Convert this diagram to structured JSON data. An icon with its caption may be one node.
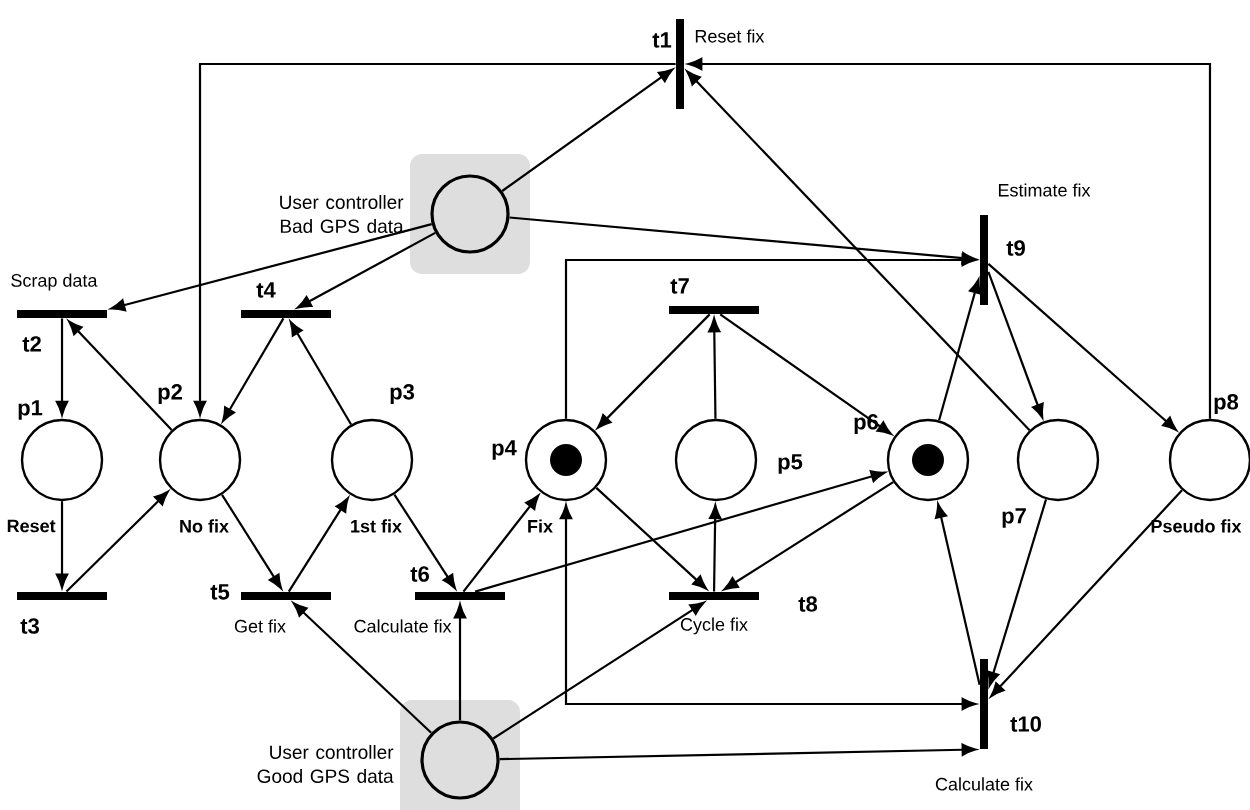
{
  "diagram": {
    "nodes": [
      {
        "text": [
          "t1"
        ],
        "beside": [
          "Reset fix"
        ]
      },
      {
        "text": [
          "User controller Bad GPS data"
        ]
      },
      {
        "text": [
          "t2"
        ],
        "beside": [
          "Scrap data"
        ]
      },
      {
        "text": [
          "t4"
        ]
      },
      {
        "text": [
          "t9"
        ],
        "beside": [
          "Estimate fix"
        ]
      },
      {
        "text": [
          "t7"
        ]
      },
      {
        "text": [
          "p1"
        ],
        "beside": [
          "Reset"
        ]
      },
      {
        "text": [
          "p2"
        ],
        "beside": [
          "No fix"
        ]
      },
      {
        "text": [
          "p3"
        ],
        "beside": [
          "1st fix"
        ]
      },
      {
        "text": [
          "p4"
        ],
        "beside": [
          "Fix"
        ]
      },
      {
        "text": [
          "p5"
        ]
      },
      {
        "text": [
          "p6"
        ]
      },
      {
        "text": [
          "p7"
        ]
      },
      {
        "text": [
          "p8"
        ],
        "beside": [
          "Pseudo fix"
        ]
      },
      {
        "text": [
          "t3"
        ]
      },
      {
        "text": [
          "t5"
        ],
        "beside": [
          "Get fix"
        ]
      },
      {
        "text": [
          "t6"
        ],
        "beside": [
          "Calculate fix"
        ]
      },
      {
        "text": [
          "t8"
        ],
        "beside": [
          "Cycle fix"
        ]
      },
      {
        "text": [
          "t10"
        ],
        "beside": [
          "Calculate fix"
        ]
      },
      {
        "text": [
          "User controller Good GPS data"
        ]
      }
    ],
    "edges": [
      {
        "from": 1,
        "to": 0,
        "arrow": "to"
      },
      {
        "from": 0,
        "to": 7,
        "arrow": "to"
      },
      {
        "from": 12,
        "to": 0,
        "arrow": "to"
      },
      {
        "from": 13,
        "to": 0,
        "arrow": "to"
      },
      {
        "from": 1,
        "to": 2,
        "arrow": "to"
      },
      {
        "from": 1,
        "to": 3,
        "arrow": "to"
      },
      {
        "from": 1,
        "to": 4,
        "arrow": "to"
      },
      {
        "from": 7,
        "to": 2,
        "arrow": "to"
      },
      {
        "from": 2,
        "to": 6,
        "arrow": "to"
      },
      {
        "from": 6,
        "to": 14,
        "arrow": "to"
      },
      {
        "from": 14,
        "to": 7,
        "arrow": "to"
      },
      {
        "from": 3,
        "to": 7,
        "arrow": "to"
      },
      {
        "from": 8,
        "to": 3,
        "arrow": "to"
      },
      {
        "from": 7,
        "to": 15,
        "arrow": "to"
      },
      {
        "from": 15,
        "to": 8,
        "arrow": "to"
      },
      {
        "from": 19,
        "to": 15,
        "arrow": "to"
      },
      {
        "from": 8,
        "to": 16,
        "arrow": "to"
      },
      {
        "from": 16,
        "to": 9,
        "arrow": "to"
      },
      {
        "from": 19,
        "to": 16,
        "arrow": "to"
      },
      {
        "from": 16,
        "to": 11,
        "arrow": "to"
      },
      {
        "from": 9,
        "to": 17,
        "arrow": "to"
      },
      {
        "from": 17,
        "to": 10,
        "arrow": "to"
      },
      {
        "from": 11,
        "to": 17,
        "arrow": "to"
      },
      {
        "from": 19,
        "to": 17,
        "arrow": "to"
      },
      {
        "from": 10,
        "to": 5,
        "arrow": "to"
      },
      {
        "from": 5,
        "to": 9,
        "arrow": "to"
      },
      {
        "from": 5,
        "to": 11,
        "arrow": "to"
      },
      {
        "from": 9,
        "to": 4,
        "arrow": "to"
      },
      {
        "from": 11,
        "to": 4,
        "arrow": "to"
      },
      {
        "from": 4,
        "to": 12,
        "arrow": "to"
      },
      {
        "from": 4,
        "to": 13,
        "arrow": "to"
      },
      {
        "from": 9,
        "to": 18,
        "arrow": "both"
      },
      {
        "from": 19,
        "to": 18,
        "arrow": "to"
      },
      {
        "from": 18,
        "to": 11,
        "arrow": "to"
      },
      {
        "from": 12,
        "to": 18,
        "arrow": "to"
      },
      {
        "from": 13,
        "to": 18,
        "arrow": "to"
      }
    ]
  }
}
